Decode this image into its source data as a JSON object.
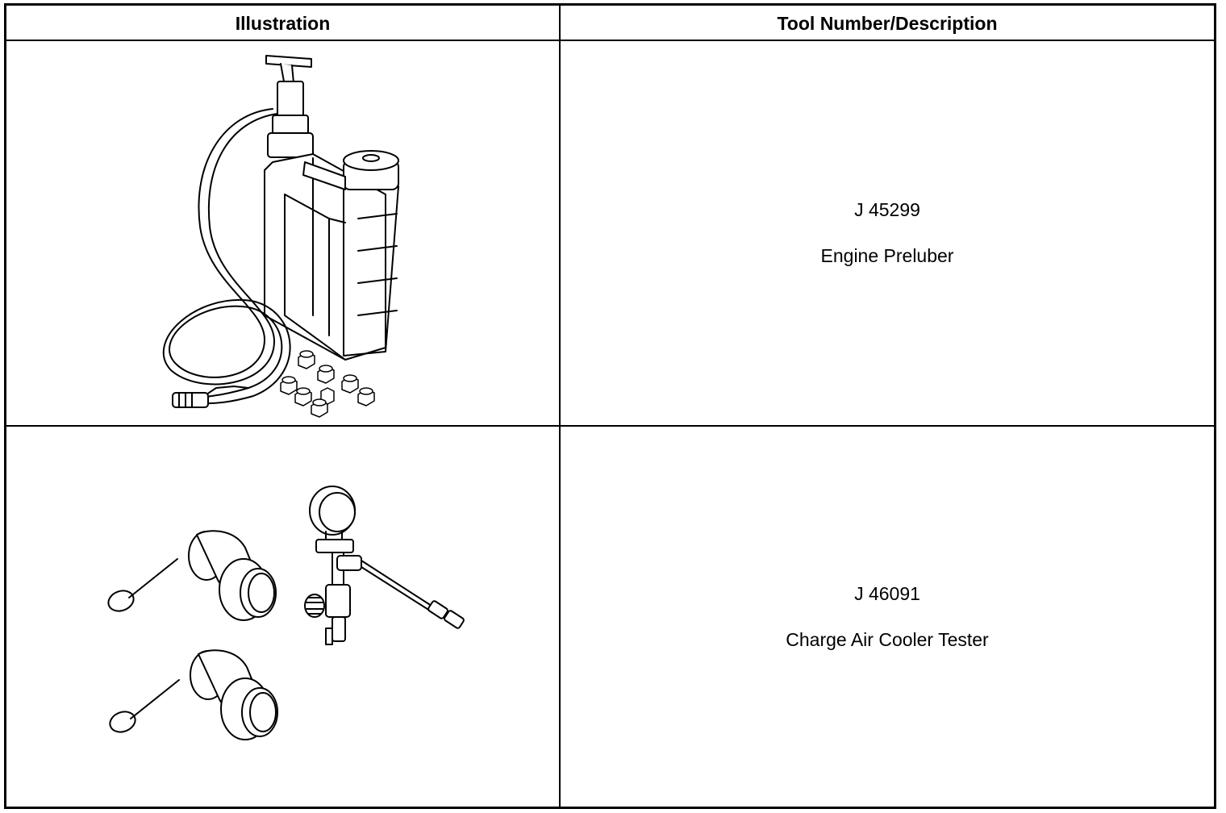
{
  "table": {
    "headers": {
      "illustration": "Illustration",
      "tool": "Tool Number/Description"
    },
    "rows": [
      {
        "tool_number": "J 45299",
        "description": "Engine Preluber",
        "illustration_icon": "engine-preluber-illustration"
      },
      {
        "tool_number": "J 46091",
        "description": "Charge Air Cooler Tester",
        "illustration_icon": "charge-air-cooler-tester-illustration"
      }
    ]
  }
}
